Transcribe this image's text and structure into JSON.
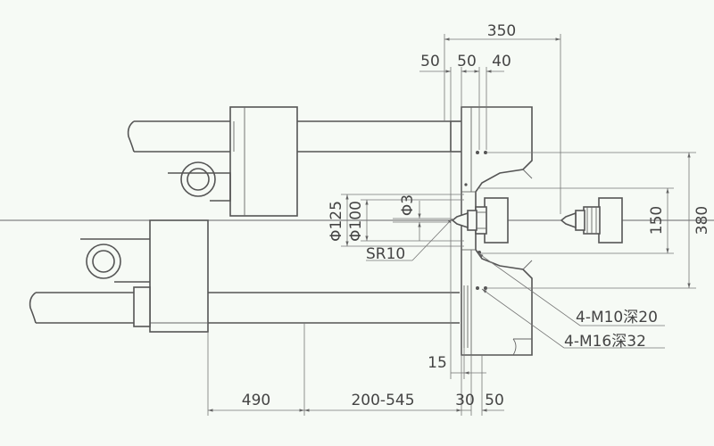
{
  "dimensions": {
    "top_overall": "350",
    "top_left": "50",
    "top_mid": "50",
    "top_right": "40",
    "height_380": "380",
    "height_150": "150",
    "dia_125": "Φ125",
    "dia_100": "Φ100",
    "dia_3": "Φ3",
    "sr10": "SR10",
    "bottom_490": "490",
    "bottom_stroke": "200-545",
    "bottom_30": "30",
    "bottom_50": "50",
    "bottom_15": "15"
  },
  "callouts": {
    "m10": "4-M10深20",
    "m16": "4-M16深32"
  },
  "colors": {
    "background": "#f6faf5",
    "line": "#555555",
    "text": "#444444"
  }
}
